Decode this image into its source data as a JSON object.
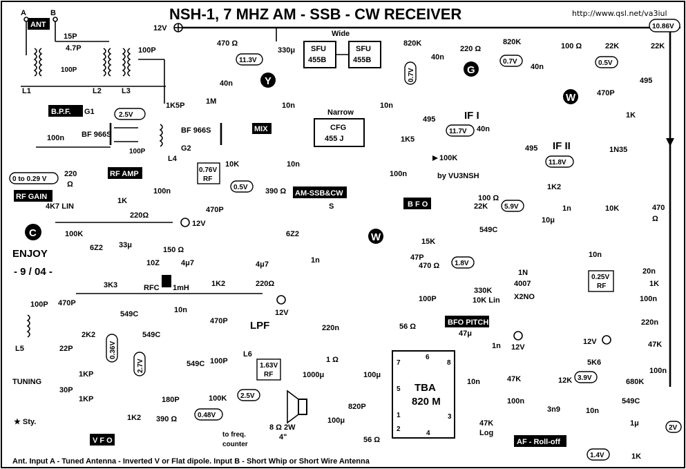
{
  "header": {
    "title": "NSH-1, 7 MHZ AM - SSB - CW  RECEIVER",
    "url": "http://www.qsl.net/va3iul"
  },
  "supply": {
    "main": "12V",
    "top_right_voltage": "10.86V"
  },
  "antenna": {
    "input_a": "A",
    "input_b": "B",
    "label": "ANT"
  },
  "section_tags": {
    "bpf": "B.P.F.",
    "rf_amp": "RF AMP",
    "rf_gain": "RF GAIN",
    "mix": "MIX",
    "bfo": "B F O",
    "vfo": "V F O",
    "bfo_pitch": "BFO PITCH",
    "af_rolloff": "AF - Roll-off",
    "am_ssb_cw": "AM-SSB&CW"
  },
  "filters": {
    "sfu1": [
      "SFU",
      "455B"
    ],
    "sfu2": [
      "SFU",
      "455B"
    ],
    "wide": "Wide",
    "narrow": "Narrow",
    "cfg": [
      "CFG",
      "455 J"
    ]
  },
  "ics": {
    "tba": [
      "TBA",
      "820 M"
    ],
    "pins": [
      "7",
      "6",
      "8",
      "5",
      "1",
      "2",
      "3",
      "4"
    ]
  },
  "transistors": {
    "q1": "BF 966S",
    "q2": "BF 966S",
    "q3": "495",
    "q4": "495",
    "q5": "495",
    "q6": "549C",
    "q7": "549C",
    "q8": "549C",
    "q9": "549C",
    "q10": "549C"
  },
  "gates": {
    "g1": "G1",
    "g2": "G2",
    "g": "G"
  },
  "badges": {
    "c": "C",
    "y": "Y",
    "g": "G",
    "w": "W",
    "w2": "W"
  },
  "components": {
    "c15p": "15P",
    "c4p7": "4.7P",
    "c100p_a": "100P",
    "c100p_b": "100P",
    "c100p_c": "100P",
    "l1": "L1",
    "l2": "L2",
    "l3": "L3",
    "l4": "L4",
    "l5": "L5",
    "l6": "L6",
    "c100n_a": "100n",
    "r220": "220",
    "r220_unit": "Ω",
    "r4k7": "4K7 LIN",
    "c1k5p": "1K5P",
    "r1m": "1M",
    "r470": "470 Ω",
    "c40n": "40n",
    "c330u": "330μ",
    "c10n_a": "10n",
    "r10k": "10K",
    "c10n_b": "10n",
    "r390": "390 Ω",
    "c470p": "470P",
    "r820k_a": "820K",
    "r820k_b": "820K",
    "r220ohm": "220 Ω",
    "c40n_b": "40n",
    "r1k5": "1K5",
    "c10n_c": "10n",
    "c100n_b": "100n",
    "r100k": "100K",
    "by": "by VU3NSH",
    "r100ohm": "100 Ω",
    "r22k_a": "22K",
    "r22k_b": "22K",
    "c40n_c": "40n",
    "c470p_b": "470P",
    "r1k": "1K",
    "d1n35": "1N35",
    "r1k2": "1K2",
    "c1n": "1n",
    "c10u": "10μ",
    "r10k_b": "10K",
    "r470ohm": "470",
    "r470ohm_u": "Ω",
    "r1k_a": "1K",
    "r100k_b": "100K",
    "r220ohm_b": "220Ω",
    "c33u": "33μ",
    "d6z2": "6Z2",
    "c4u7": "4μ7",
    "r150": "150 Ω",
    "c10z": "10Z",
    "rfc": "RFC",
    "l1mh": "1mH",
    "r3k3": "3K3",
    "r1k2_b": "1K2",
    "c10n_d": "10n",
    "c470p_c": "470P",
    "lpf": "LPF",
    "c470p_d": "470P",
    "c100p_d": "100P",
    "r2k2": "2K2",
    "c22p": "22P",
    "c30p": "30P",
    "tuning": "TUNING",
    "c1kp_a": "1KP",
    "c1kp_b": "1KP",
    "r1k2_c": "1K2",
    "c180p": "180P",
    "r390_b": "390 Ω",
    "r100k_c": "100K",
    "freq_counter": [
      "to freq.",
      "counter"
    ],
    "s": "S",
    "d6z2_b": "6Z2",
    "c4u7_b": "4μ7",
    "c1n_b": "1n",
    "r220ohm_c": "220Ω",
    "r15k": "15K",
    "c47p": "47P",
    "r470ohm_b": "470 Ω",
    "c100p_e": "100P",
    "r330k": "330K",
    "r10k_lin": "10K Lin",
    "d1n4007": [
      "1N",
      "4007"
    ],
    "x2no": "X2NO",
    "c10n_e": "10n",
    "c20n": "20n",
    "r1k_b": "1K",
    "c100n_c": "100n",
    "c220n": "220n",
    "r47k": "47K",
    "c100n_d": "100n",
    "r5k6": "5K6",
    "r680k": "680K",
    "r56": "56 Ω",
    "c47u": "47μ",
    "c1n_c": "1n",
    "c220n_b": "220n",
    "r1ohm": "1 Ω",
    "c1000u": "1000μ",
    "c100u": "100μ",
    "c820p": "820P",
    "c100u_b": "100μ",
    "r56_b": "56 Ω",
    "spk": [
      "8 Ω 2W",
      "4\""
    ],
    "c10n_f": "10n",
    "r47k_b": "47K",
    "c100n_e": "100n",
    "r12k": "12K",
    "c3n9": "3n9",
    "c10n_g": "10n",
    "r47k_log": [
      "47K",
      "Log"
    ],
    "c1u": "1μ",
    "r1k_c": "1K",
    "sty": "★ Sty."
  },
  "voltages": {
    "v11_3": "11.3V",
    "v2_5": "2.5V",
    "v0_76": [
      "0.76V",
      "RF"
    ],
    "v0_5": "0.5V",
    "v0_7a": "0.7V",
    "v0_7b": "0.7V",
    "v11_7": "11.7V",
    "v11_8": "11.8V",
    "v0_5b": "0.5V",
    "v5_9": "5.9V",
    "v1_8": "1.8V",
    "v0_25": [
      "0.25V",
      "RF"
    ],
    "v0_29": "0 to 0.29 V",
    "v0_36": "0.36V",
    "v2_7": "2.7V",
    "v1_63": [
      "1.63V",
      "RF"
    ],
    "v2_5b": "2.5V",
    "v0_48": "0.48V",
    "v3_9": "3.9V",
    "v2": "2V",
    "v1_4": "1.4V"
  },
  "enjoy": {
    "word": "ENJOY",
    "date": "- 9 / 04 -"
  },
  "footer": {
    "note": "Ant. Input A - Tuned Antenna - Inverted V or Flat dipole.    Input B - Short Whip or Short Wire Antenna"
  }
}
